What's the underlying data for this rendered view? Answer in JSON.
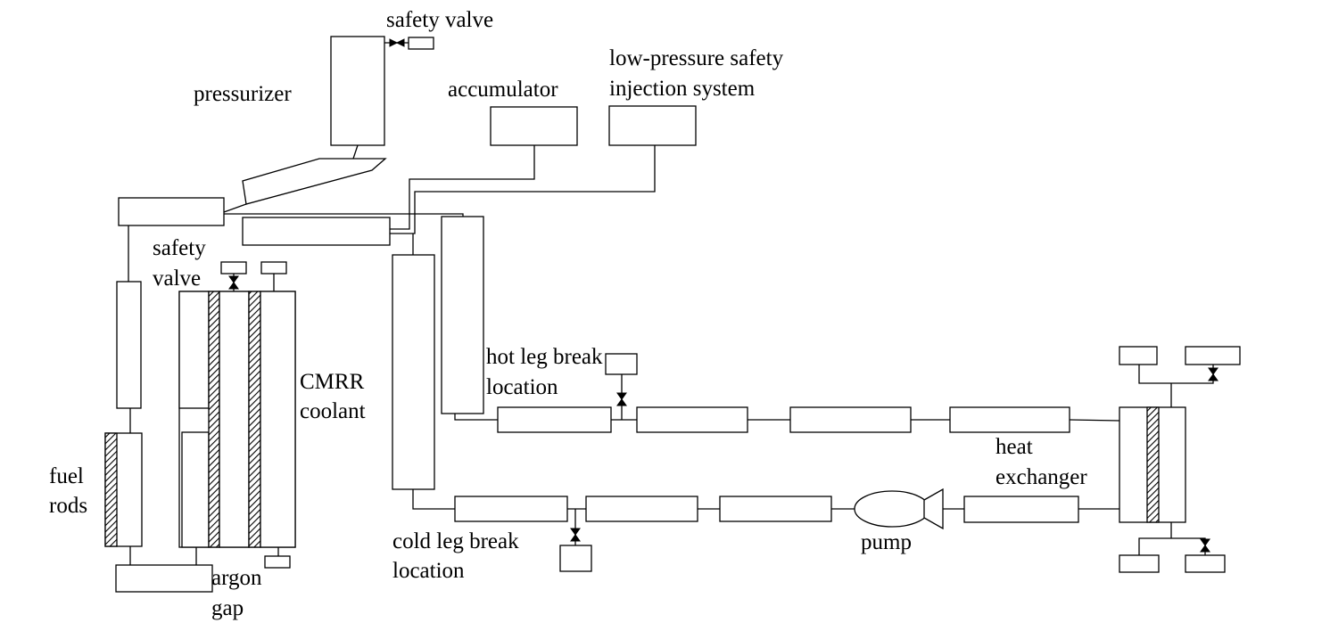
{
  "labels": {
    "safety_valve_top": "safety valve",
    "pressurizer": "pressurizer",
    "accumulator": "accumulator",
    "lpsi_line1": "low-pressure safety",
    "lpsi_line2": "injection system",
    "safety_valve_left_line1": "safety",
    "safety_valve_left_line2": "valve",
    "cmrr_line1": "CMRR",
    "cmrr_line2": "coolant",
    "hot_leg_line1": "hot leg break",
    "hot_leg_line2": "location",
    "heat_exchanger_line1": "heat",
    "heat_exchanger_line2": "exchanger",
    "fuel_rods_line1": "fuel",
    "fuel_rods_line2": "rods",
    "cold_leg_line1": "cold leg break",
    "cold_leg_line2": "location",
    "pump": "pump",
    "argon_gap_line1": "argon",
    "argon_gap_line2": "gap"
  },
  "colors": {
    "line": "#000000",
    "background": "#ffffff"
  }
}
